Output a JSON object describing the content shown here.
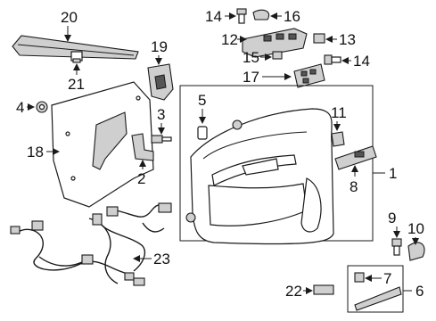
{
  "callouts": {
    "c1": "1",
    "c2": "2",
    "c3": "3",
    "c4": "4",
    "c5": "5",
    "c6": "6",
    "c7": "7",
    "c8": "8",
    "c9": "9",
    "c10": "10",
    "c11": "11",
    "c12": "12",
    "c13": "13",
    "c14a": "14",
    "c14b": "14",
    "c15": "15",
    "c16": "16",
    "c17": "17",
    "c18": "18",
    "c19": "19",
    "c20": "20",
    "c21": "21",
    "c22": "22",
    "c23": "23"
  }
}
